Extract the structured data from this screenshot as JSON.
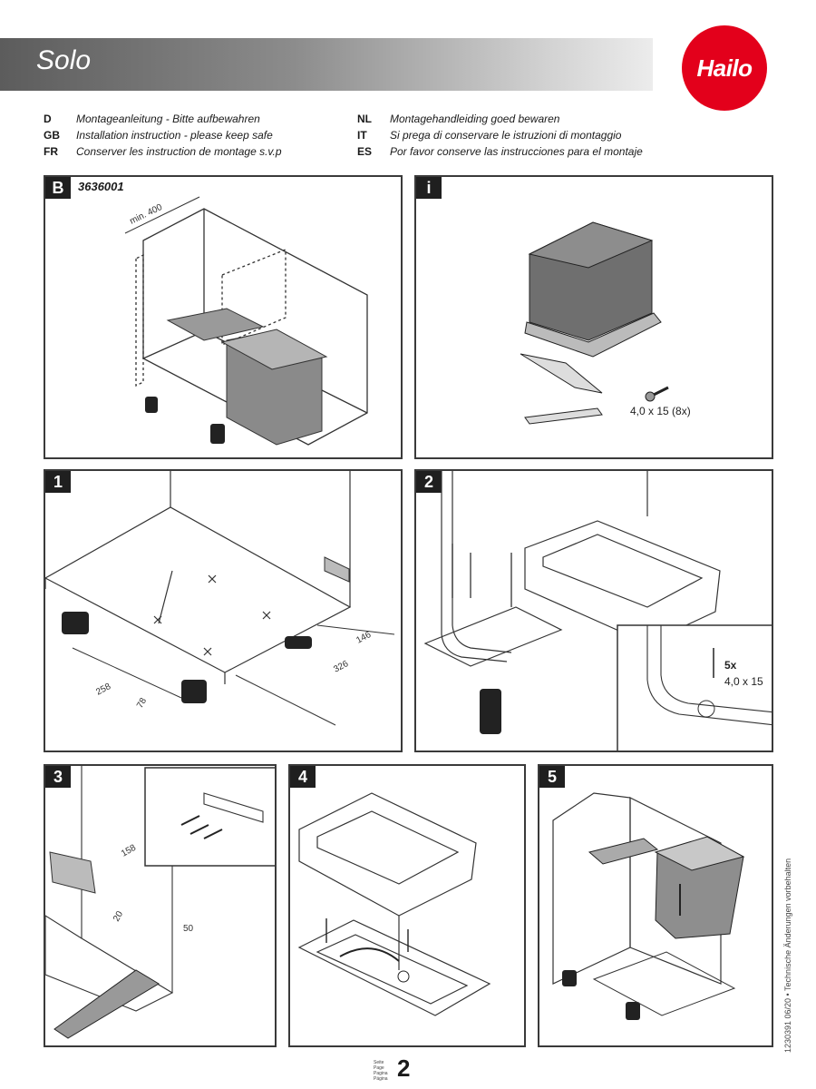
{
  "header": {
    "title": "Solo",
    "brand": "Hailo"
  },
  "languages": {
    "left": [
      {
        "code": "D",
        "text": "Montageanleitung - Bitte aufbewahren"
      },
      {
        "code": "GB",
        "text": "Installation instruction - please keep safe"
      },
      {
        "code": "FR",
        "text": "Conserver les instruction de montage s.v.p"
      }
    ],
    "right": [
      {
        "code": "NL",
        "text": "Montagehandleiding goed bewaren"
      },
      {
        "code": "IT",
        "text": "Si prega di conservare le istruzioni di montaggio"
      },
      {
        "code": "ES",
        "text": "Por favor conserve las instrucciones para el montaje"
      }
    ]
  },
  "panels": {
    "b": {
      "badge": "B",
      "code": "3636001",
      "dim_min": "min. 400"
    },
    "i": {
      "badge": "i",
      "screw": "4,0 x 15 (8x)"
    },
    "s1": {
      "badge": "1",
      "dim_a": "146",
      "dim_b": "326",
      "dim_c": "258",
      "dim_d": "78"
    },
    "s2": {
      "badge": "2",
      "count": "5x",
      "screw": "4,0 x 15"
    },
    "s3": {
      "badge": "3",
      "dim_a": "158",
      "dim_b": "20",
      "dim_c": "50"
    },
    "s4": {
      "badge": "4"
    },
    "s5": {
      "badge": "5"
    }
  },
  "footer": {
    "small_lines": [
      "Seite",
      "Page",
      "Pagina",
      "Página"
    ],
    "page": "2",
    "side_note": "1230391 06/20 • Technische Änderungen vorbehalten"
  }
}
